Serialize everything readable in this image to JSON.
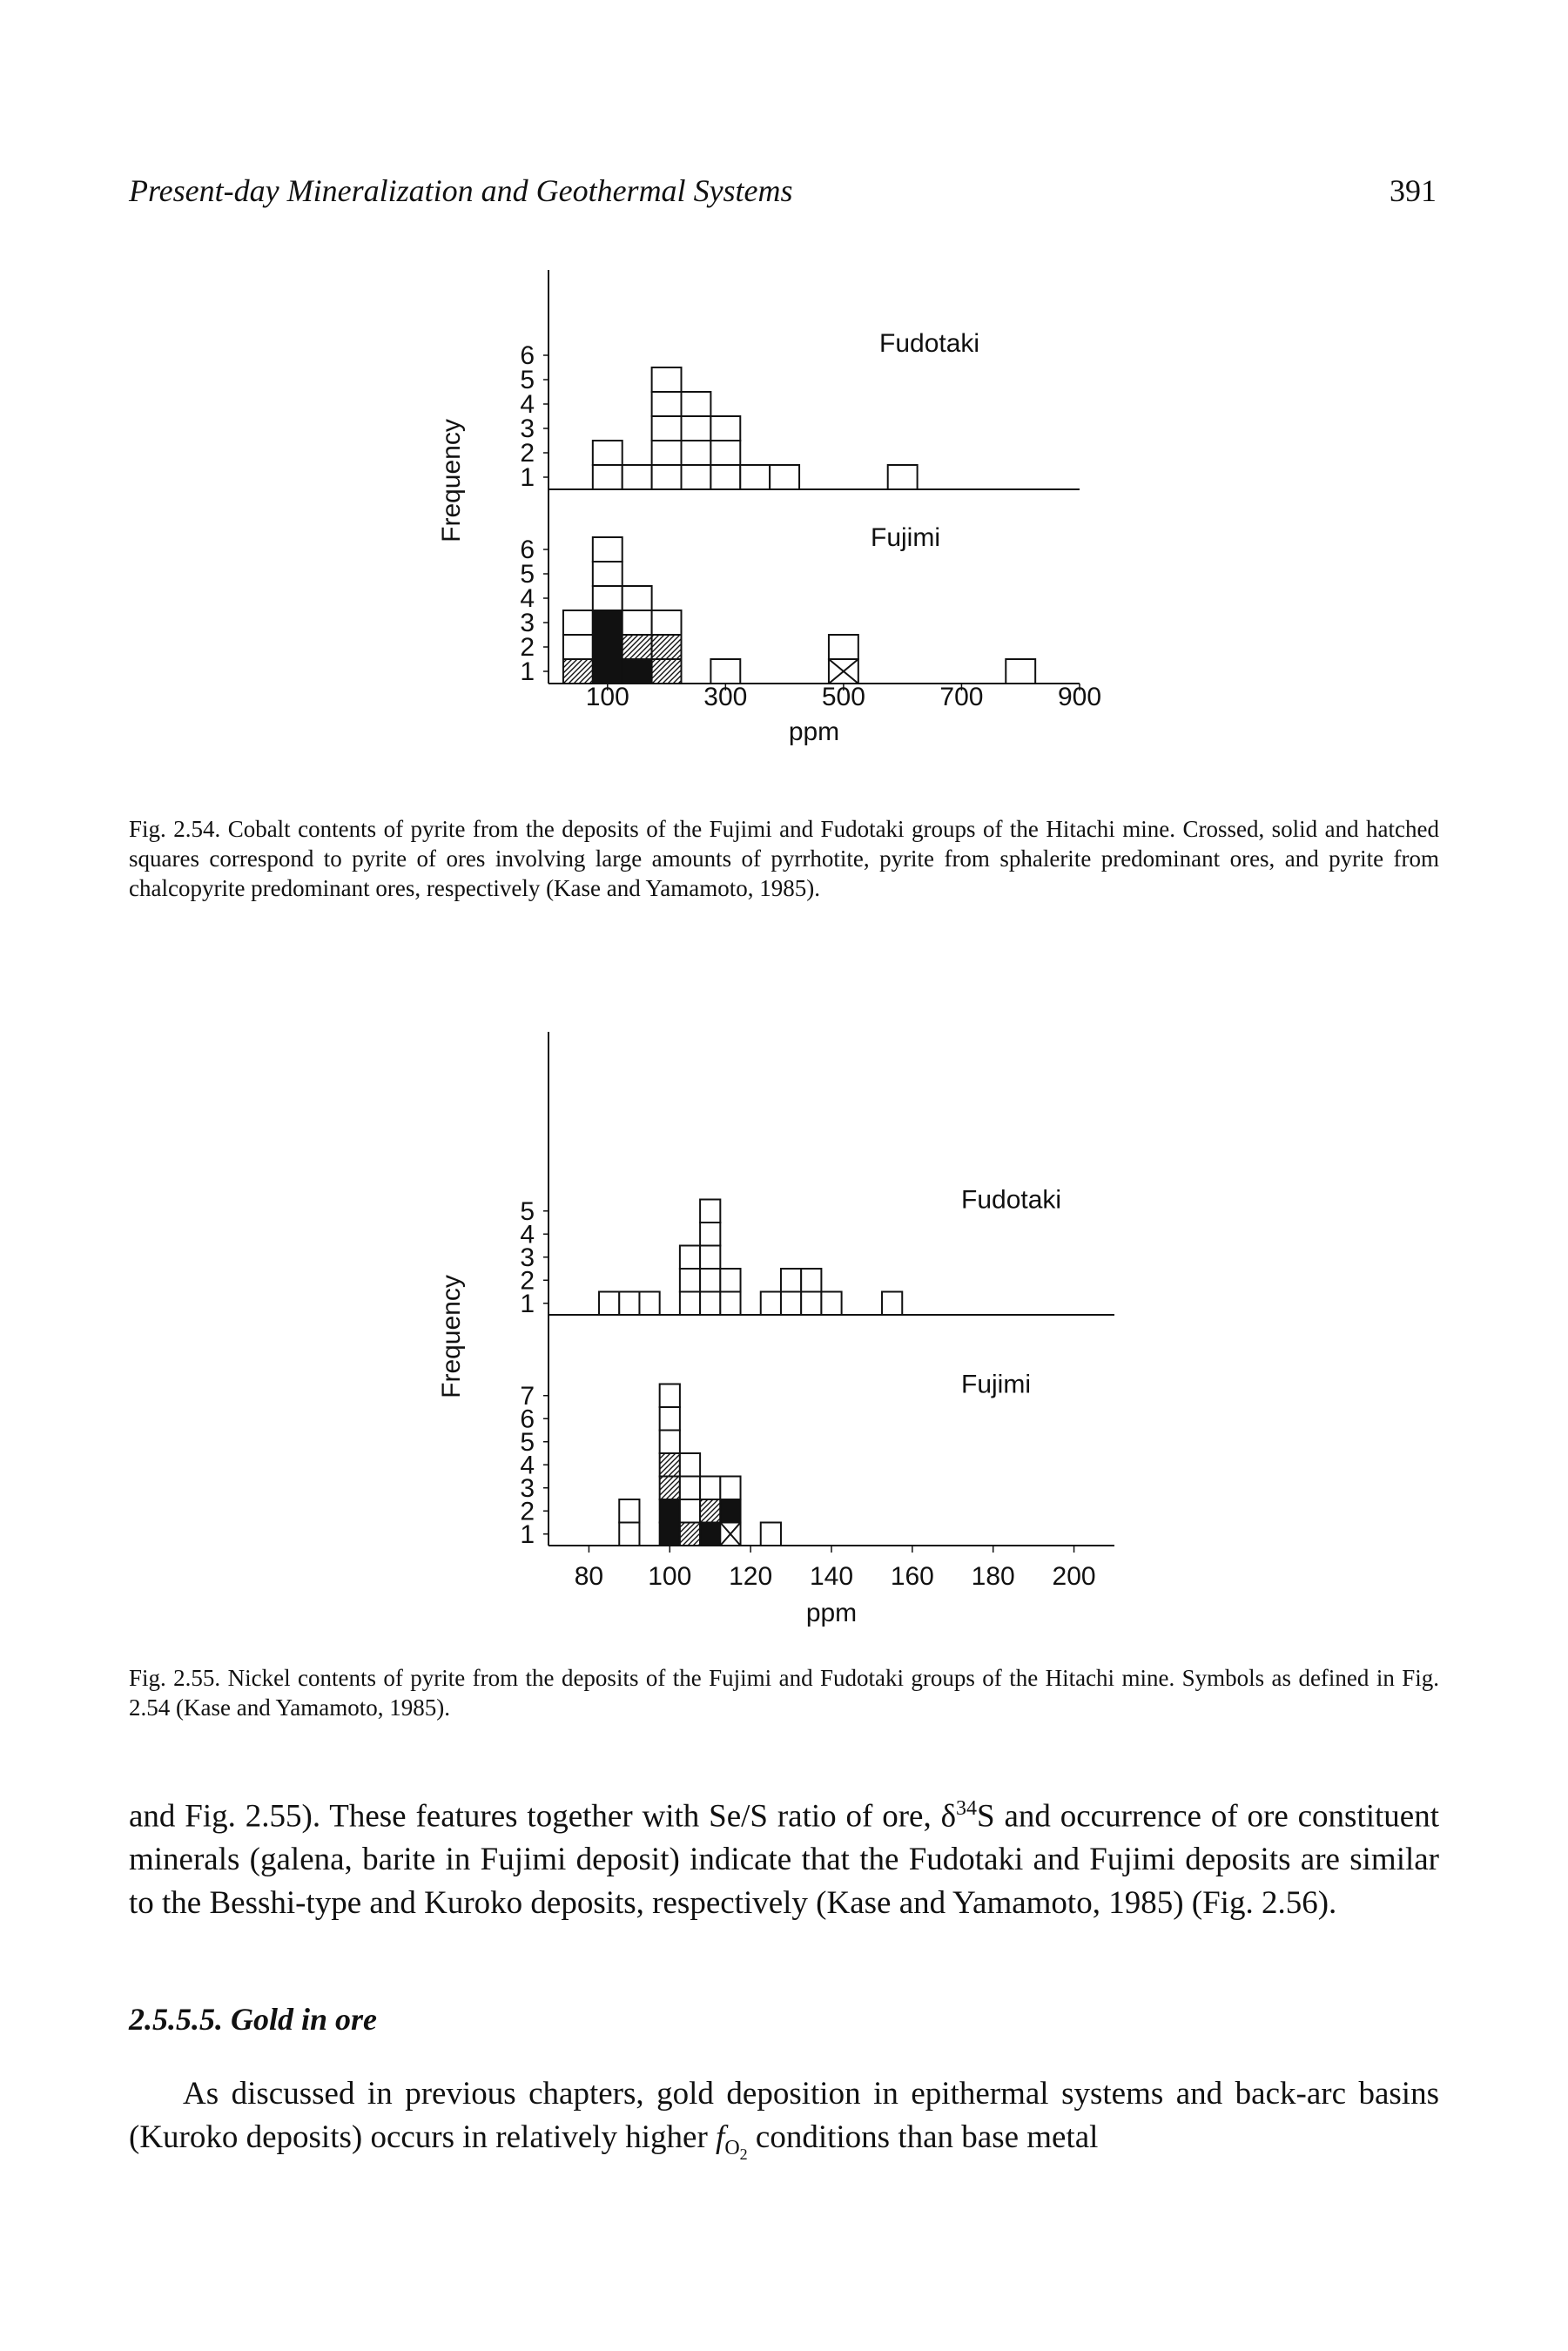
{
  "header": {
    "running_title": "Present-day Mineralization and Geothermal Systems",
    "page_number": "391"
  },
  "figures": [
    {
      "caption_label": "Fig. 2.54.",
      "caption_text": "Cobalt contents of pyrite from the deposits of the Fujimi and Fudotaki groups of the Hitachi mine. Crossed, solid and hatched squares correspond to pyrite of ores involving large amounts of pyrrhotite, pyrite from sphalerite predominant ores, and pyrite from chalcopyrite predominant ores, respectively (Kase and Yamamoto, 1985).",
      "ylabel": "Frequency",
      "xlabel": "ppm"
    },
    {
      "caption_label": "Fig. 2.55.",
      "caption_text": "Nickel contents of pyrite from the deposits of the Fujimi and Fudotaki groups of the Hitachi mine. Symbols as defined in Fig. 2.54 (Kase and Yamamoto, 1985).",
      "ylabel": "Frequency",
      "xlabel": "ppm"
    }
  ],
  "chart_data": [
    {
      "type": "histogram",
      "xlabel": "ppm",
      "ylabel": "Frequency",
      "x_ticks": [
        "100",
        "300",
        "500",
        "700",
        "900"
      ],
      "xlim": [
        0,
        900
      ],
      "bin_width": 50,
      "legend_symbols": {
        "open": "open square",
        "crossed": "crossed square",
        "solid": "solid square",
        "hatched": "hatched square"
      },
      "panels": [
        {
          "name": "Fudotaki",
          "y_ticks": [
            "1",
            "2",
            "3",
            "4",
            "5",
            "6"
          ],
          "bins": [
            {
              "x": 100,
              "counts": {
                "open": 2
              }
            },
            {
              "x": 150,
              "counts": {
                "open": 1
              }
            },
            {
              "x": 200,
              "counts": {
                "open": 5
              }
            },
            {
              "x": 250,
              "counts": {
                "open": 4
              }
            },
            {
              "x": 300,
              "counts": {
                "open": 3
              }
            },
            {
              "x": 350,
              "counts": {
                "open": 1
              }
            },
            {
              "x": 400,
              "counts": {
                "open": 1
              }
            },
            {
              "x": 600,
              "counts": {
                "open": 1
              }
            }
          ]
        },
        {
          "name": "Fujimi",
          "y_ticks": [
            "1",
            "2",
            "3",
            "4",
            "5",
            "6"
          ],
          "bins": [
            {
              "x": 50,
              "counts": {
                "hatched": 1,
                "open": 2
              }
            },
            {
              "x": 100,
              "counts": {
                "solid": 3,
                "open": 3
              }
            },
            {
              "x": 150,
              "counts": {
                "solid": 1,
                "hatched": 1,
                "open": 2
              }
            },
            {
              "x": 200,
              "counts": {
                "hatched": 2,
                "open": 1
              }
            },
            {
              "x": 300,
              "counts": {
                "open": 1
              }
            },
            {
              "x": 500,
              "counts": {
                "crossed": 1,
                "open": 1
              }
            },
            {
              "x": 800,
              "counts": {
                "open": 1
              }
            }
          ]
        }
      ]
    },
    {
      "type": "histogram",
      "xlabel": "ppm",
      "ylabel": "Frequency",
      "x_ticks": [
        "80",
        "100",
        "120",
        "140",
        "160",
        "180",
        "200"
      ],
      "xlim": [
        70,
        210
      ],
      "bin_width": 5,
      "legend_symbols": {
        "open": "open square",
        "crossed": "crossed square",
        "solid": "solid square",
        "hatched": "hatched square"
      },
      "panels": [
        {
          "name": "Fudotaki",
          "y_ticks": [
            "1",
            "2",
            "3",
            "4",
            "5"
          ],
          "bins": [
            {
              "x": 85,
              "counts": {
                "open": 1
              }
            },
            {
              "x": 90,
              "counts": {
                "open": 1
              }
            },
            {
              "x": 95,
              "counts": {
                "open": 1
              }
            },
            {
              "x": 105,
              "counts": {
                "open": 3
              }
            },
            {
              "x": 110,
              "counts": {
                "open": 5
              }
            },
            {
              "x": 115,
              "counts": {
                "open": 2
              }
            },
            {
              "x": 125,
              "counts": {
                "open": 1
              }
            },
            {
              "x": 130,
              "counts": {
                "open": 2
              }
            },
            {
              "x": 135,
              "counts": {
                "open": 2
              }
            },
            {
              "x": 140,
              "counts": {
                "open": 1
              }
            },
            {
              "x": 155,
              "counts": {
                "open": 1
              }
            }
          ]
        },
        {
          "name": "Fujimi",
          "y_ticks": [
            "1",
            "2",
            "3",
            "4",
            "5",
            "6",
            "7"
          ],
          "bins": [
            {
              "x": 90,
              "counts": {
                "open": 2
              }
            },
            {
              "x": 100,
              "counts": {
                "solid": 2,
                "hatched": 2,
                "open": 3
              }
            },
            {
              "x": 105,
              "counts": {
                "hatched": 1,
                "open": 3
              }
            },
            {
              "x": 110,
              "counts": {
                "solid": 1,
                "hatched": 1,
                "open": 1
              }
            },
            {
              "x": 115,
              "counts": {
                "solid": 1,
                "crossed": 1,
                "open": 1
              }
            },
            {
              "x": 125,
              "counts": {
                "open": 1
              }
            }
          ]
        }
      ]
    }
  ],
  "body": {
    "paragraph_1_before_delta": "and Fig. 2.55). These features together with Se/S ratio of ore, ",
    "delta_symbol": "δ",
    "delta_superscript": "34",
    "paragraph_1_after_delta": "S and occurrence of ore constituent minerals (galena, barite in Fujimi deposit) indicate that the Fudotaki and Fujimi deposits are similar to the Besshi-type and Kuroko deposits, respectively (Kase and Yamamoto, 1985) (Fig. 2.56).",
    "section_heading": "2.5.5.5. Gold in ore",
    "paragraph_2_before_f": "As discussed in previous chapters, gold deposition in epithermal systems and back-arc basins (Kuroko deposits) occurs in relatively higher ",
    "f_symbol": "f",
    "f_subscript": "O",
    "f_subsubscript": "2",
    "paragraph_2_after_f": " conditions than base metal"
  }
}
